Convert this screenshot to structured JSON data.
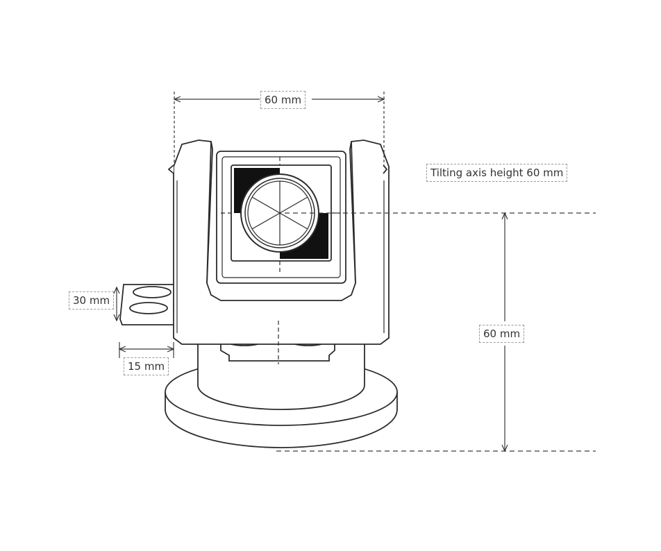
{
  "diagram": {
    "labels": {
      "top_width": "60 mm",
      "tilting_axis": "Tilting axis height 60 mm",
      "axis_height": "60 mm",
      "holder_height": "30 mm",
      "holder_depth": "15 mm"
    },
    "colors": {
      "line": "#2b2b2b",
      "dim_line": "#3a3a3a",
      "dashed": "#555555",
      "label_border": "#9a9a9a",
      "target_dark": "#111111",
      "target_light": "#ffffff"
    }
  }
}
